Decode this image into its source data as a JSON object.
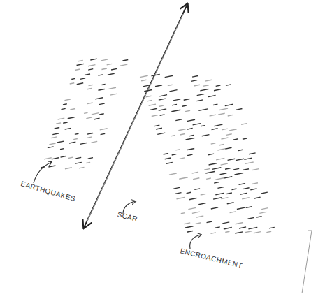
{
  "diagram": {
    "labels": [
      "EARTHQUAKES",
      "SCAR",
      "ENCROACHMENT"
    ]
  }
}
